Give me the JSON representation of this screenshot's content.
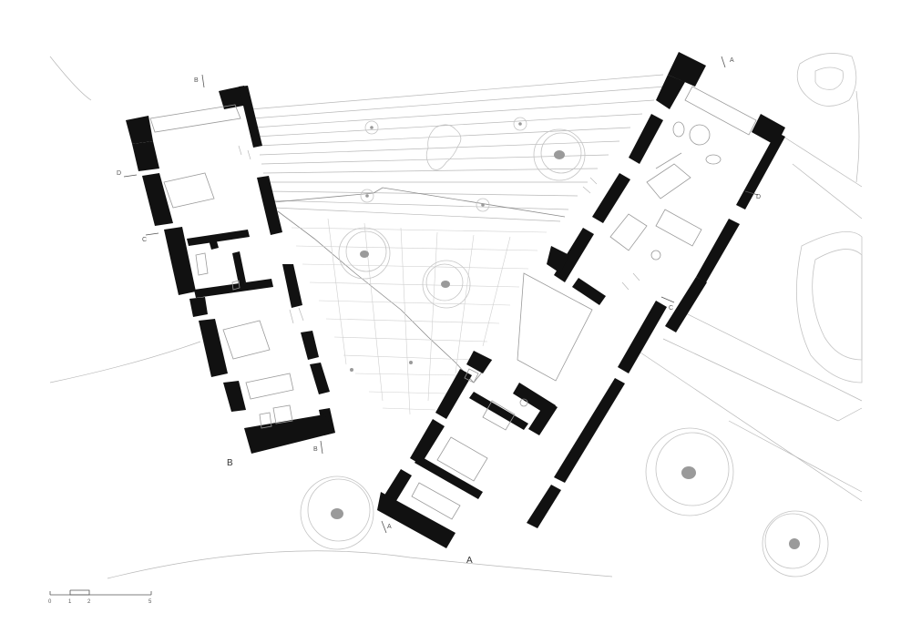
{
  "plan": {
    "building_labels": {
      "left": "B",
      "right": "A"
    },
    "section_marks": {
      "b_top": "B",
      "b_bottom": "B",
      "a_top": "A",
      "a_bottom": "A",
      "d_left": "D",
      "d_right": "D",
      "c_left": "C",
      "c_right": "C"
    },
    "scale_bar": {
      "t0": "0",
      "t1": "1",
      "t2": "2",
      "t5": "5"
    }
  }
}
